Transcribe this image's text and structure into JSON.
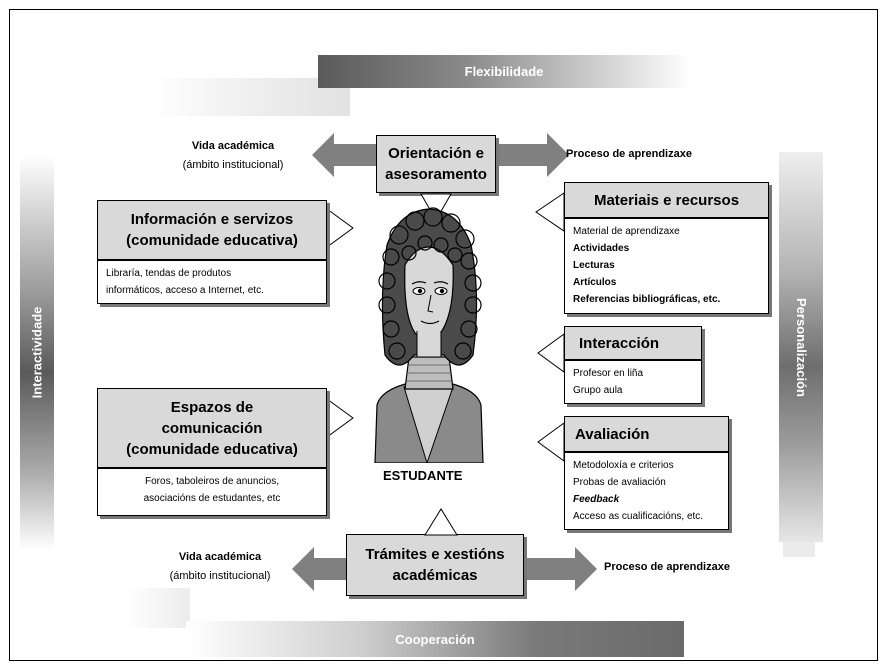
{
  "bands": {
    "top": "Flexibilidade",
    "bottom": "Cooperación",
    "left": "Interactividade",
    "right": "Personalización"
  },
  "center": {
    "student_label": "ESTUDANTE"
  },
  "top_row": {
    "box_title": "Orientación e\nasesoramento",
    "left_label_bold": "Vida académica",
    "left_label": "(ámbito institucional)",
    "right_label": "Proceso de aprendizaxe"
  },
  "bottom_row": {
    "box_title": "Trámites e xestións\nacadémicas",
    "left_label_bold": "Vida académica",
    "left_label": "(ámbito institucional)",
    "right_label": "Proceso de aprendizaxe"
  },
  "left_boxes": [
    {
      "title": "Información e servizos\n(comunidade educativa)",
      "items": [
        "Libraría, tendas de produtos",
        "informáticos, acceso a Internet, etc."
      ]
    },
    {
      "title": "Espazos de\ncomunicación\n(comunidade educativa)",
      "items": [
        "Foros, taboleiros de anuncios,",
        "asociacións de estudantes, etc"
      ]
    }
  ],
  "right_boxes": [
    {
      "title": "Materiais e recursos",
      "items": [
        "Material de aprendizaxe",
        "Actividades",
        "Lecturas",
        "Artículos",
        "Referencias bibliográficas, etc."
      ]
    },
    {
      "title": "Interacción",
      "items": [
        "Profesor en liña",
        "Grupo aula"
      ]
    },
    {
      "title": "Avaliación",
      "items": [
        "Metodoloxía e criterios",
        "Probas de avaliación",
        "Feedback",
        "Acceso as cualificacións, etc."
      ]
    }
  ],
  "colors": {
    "box_fill": "#d9d9d9",
    "arrow_fill": "#808080",
    "shadow": "#777777"
  }
}
